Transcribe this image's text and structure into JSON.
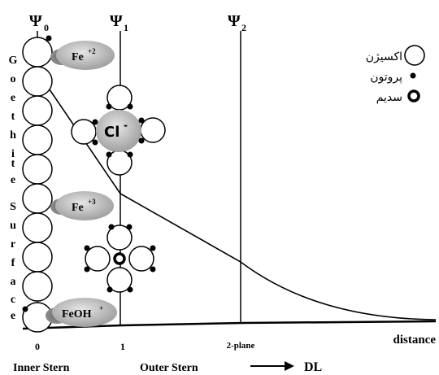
{
  "planes": {
    "psi0": {
      "letter": "Ψ",
      "sub": "0"
    },
    "psi1": {
      "letter": "Ψ",
      "sub": "1"
    },
    "psi2": {
      "letter": "Ψ",
      "sub": "2"
    }
  },
  "surface_letters": [
    "G",
    "o",
    "e",
    "t",
    "h",
    "i",
    "t",
    "e",
    "S",
    "u",
    "r",
    "f",
    "a",
    "c",
    "e"
  ],
  "ions": {
    "fe2": {
      "base": "Fe",
      "sup": "+2"
    },
    "fe3": {
      "base": "Fe",
      "sup": "+3"
    },
    "feoh": {
      "base": "FeOH",
      "sup": "+"
    },
    "cl": {
      "base": "Cl",
      "sup": "-"
    }
  },
  "legend": {
    "oxygen": "اکسیژن",
    "proton": "پروتون",
    "sodium": "سدیم"
  },
  "axis": {
    "tick0": "0",
    "tick1": "1",
    "tick2": "2-plane",
    "distance": "distance",
    "inner_stern": "Inner Stern",
    "outer_stern": "Outer Stern",
    "dl": "DL"
  }
}
